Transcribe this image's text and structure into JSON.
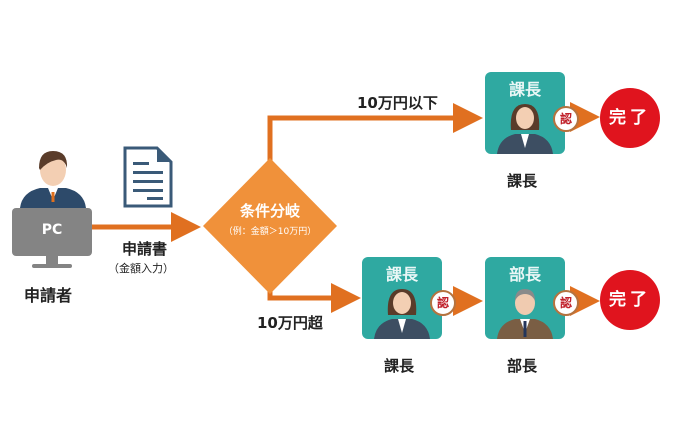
{
  "applicant": {
    "pc_label": "PC",
    "name": "申請者"
  },
  "document": {
    "label": "申請書",
    "sub_label": "（金額入力）"
  },
  "branch": {
    "title": "条件分岐",
    "condition": "（例：金額＞10万円）"
  },
  "upper_path": {
    "condition_label": "10万円以下",
    "approver": {
      "title": "課長",
      "name": "課長"
    },
    "stamp": "認",
    "done": "完了"
  },
  "lower_path": {
    "condition_label": "10万円超",
    "approver1": {
      "title": "課長",
      "name": "課長"
    },
    "approver2": {
      "title": "部長",
      "name": "部長"
    },
    "stamp": "認",
    "done": "完了"
  },
  "colors": {
    "arrow": "#e07020",
    "diamond": "#f0913a",
    "card": "#2fa9a1",
    "done": "#e0141e"
  }
}
